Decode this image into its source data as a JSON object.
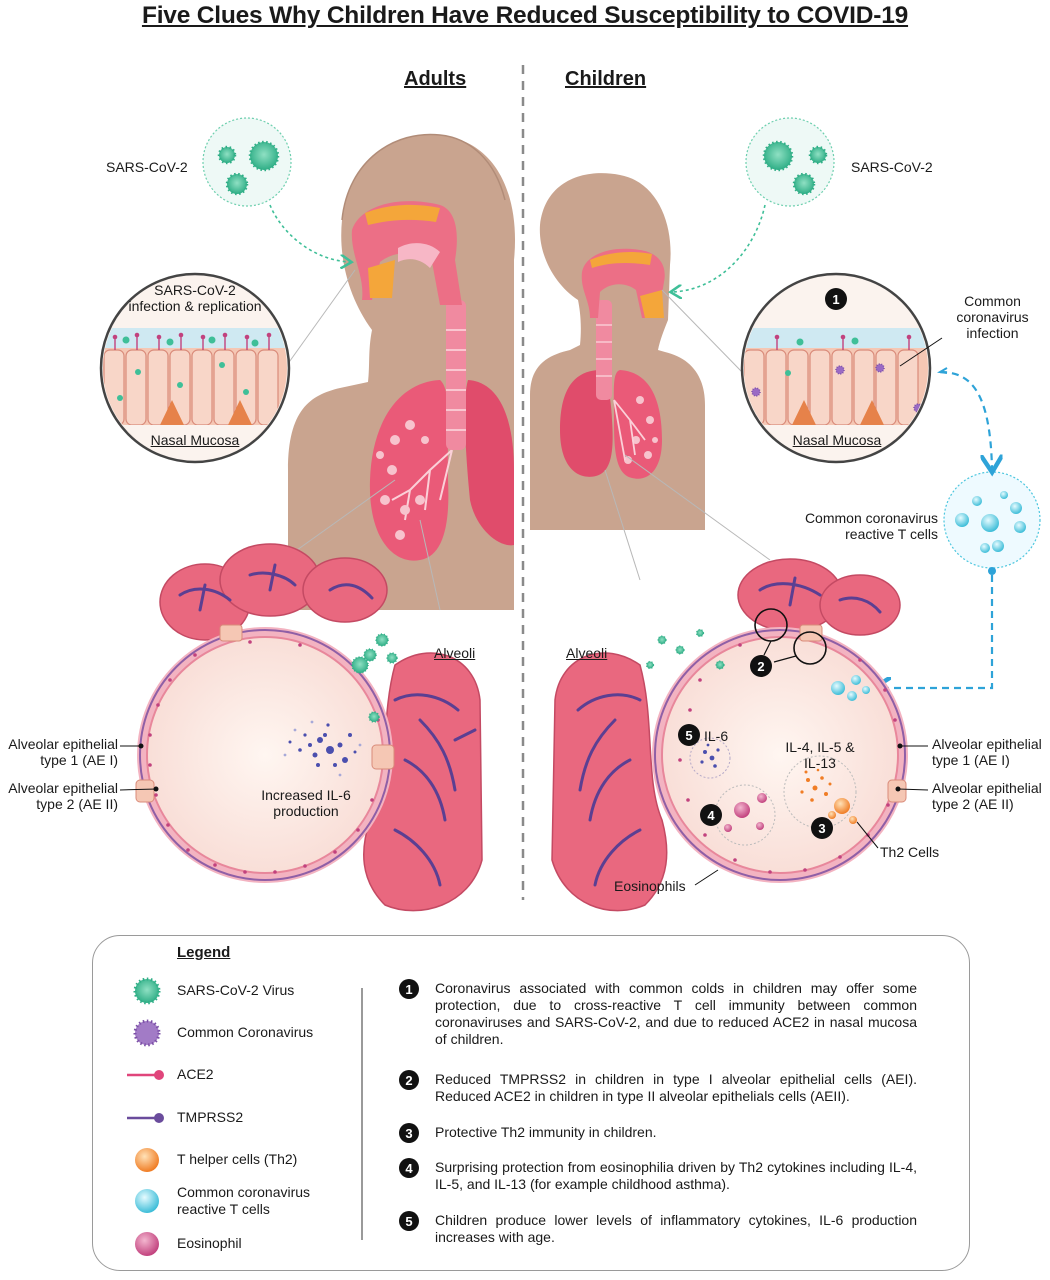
{
  "title": "Five Clues Why Children Have Reduced Susceptibility to COVID-19",
  "columns": {
    "adults": "Adults",
    "children": "Children"
  },
  "labels": {
    "sars_left": "SARS-CoV-2",
    "sars_right": "SARS-CoV-2",
    "infection_replication_1": "SARS-CoV-2",
    "infection_replication_2": "infection & replication",
    "nasal_mucosa_left": "Nasal Mucosa",
    "nasal_mucosa_right": "Nasal Mucosa",
    "common_cov_infection_1": "Common",
    "common_cov_infection_2": "coronavirus",
    "common_cov_infection_3": "infection",
    "reactive_t_1": "Common coronavirus",
    "reactive_t_2": "reactive T cells",
    "alveoli_left": "Alveoli",
    "alveoli_right": "Alveoli",
    "ae1_left_1": "Alveolar epithelial",
    "ae1_left_2": "type 1 (AE I)",
    "ae2_left_1": "Alveolar epithelial",
    "ae2_left_2": "type 2 (AE II)",
    "ae1_right_1": "Alveolar epithelial",
    "ae1_right_2": "type 1 (AE I)",
    "ae2_right_1": "Alveolar epithelial",
    "ae2_right_2": "type 2 (AE II)",
    "il6_increased_1": "Increased IL-6",
    "il6_increased_2": "production",
    "il6": "IL-6",
    "il4_1": "IL-4, IL-5 &",
    "il4_2": "IL-13",
    "th2_cells": "Th2 Cells",
    "eosinophils": "Eosinophils"
  },
  "badges": {
    "b1": "1",
    "b2": "2",
    "b3": "3",
    "b4": "4",
    "b5": "5"
  },
  "legend": {
    "heading": "Legend",
    "items": [
      {
        "label": "SARS-CoV-2 Virus",
        "icon": "sars-cov-2-icon"
      },
      {
        "label": "Common Coronavirus",
        "icon": "common-coronavirus-icon"
      },
      {
        "label": "ACE2",
        "icon": "ace2-icon"
      },
      {
        "label": "TMPRSS2",
        "icon": "tmprss2-icon"
      },
      {
        "label": "T helper cells (Th2)",
        "icon": "th2-cell-icon"
      },
      {
        "label_1": "Common coronavirus",
        "label_2": "reactive T cells",
        "icon": "reactive-t-cell-icon"
      },
      {
        "label": "Eosinophil",
        "icon": "eosinophil-icon"
      }
    ]
  },
  "clues": [
    {
      "num": "1",
      "text": "Coronavirus associated with common colds in children may offer some protection, due to cross-reactive T cell immunity between common coronaviruses and SARS-CoV-2, and due to reduced ACE2 in nasal mucosa of children."
    },
    {
      "num": "2",
      "text": "Reduced TMPRSS2 in children in type I alveolar epithelial cells (AEI). Reduced ACE2 in children in type II alveolar epithelials cells (AEII)."
    },
    {
      "num": "3",
      "text": "Protective Th2 immunity in children."
    },
    {
      "num": "4",
      "text": "Surprising protection from eosinophilia driven by Th2 cytokines including IL-4, IL-5, and IL-13 (for example childhood asthma)."
    },
    {
      "num": "5",
      "text": "Children produce lower levels of inflammatory cytokines, IL-6 production increases with age."
    }
  ],
  "colors": {
    "skin": "#c9a48f",
    "airway": "#ec6f86",
    "lung": "#ea5a78",
    "alveolus_fill": "#fbe8e2",
    "alveolus_wall": "#e8879b",
    "vessel": "#5b3f92",
    "sars_virus": "#3fbf98",
    "common_cov": "#7b4fa6",
    "ace2": "#e0457b",
    "tmprss2": "#6a4c9c",
    "th2": "#f6913b",
    "reactive_t": "#4cc6de",
    "eosinophil": "#c94c8a",
    "arrow_blue": "#2ea3d8"
  }
}
